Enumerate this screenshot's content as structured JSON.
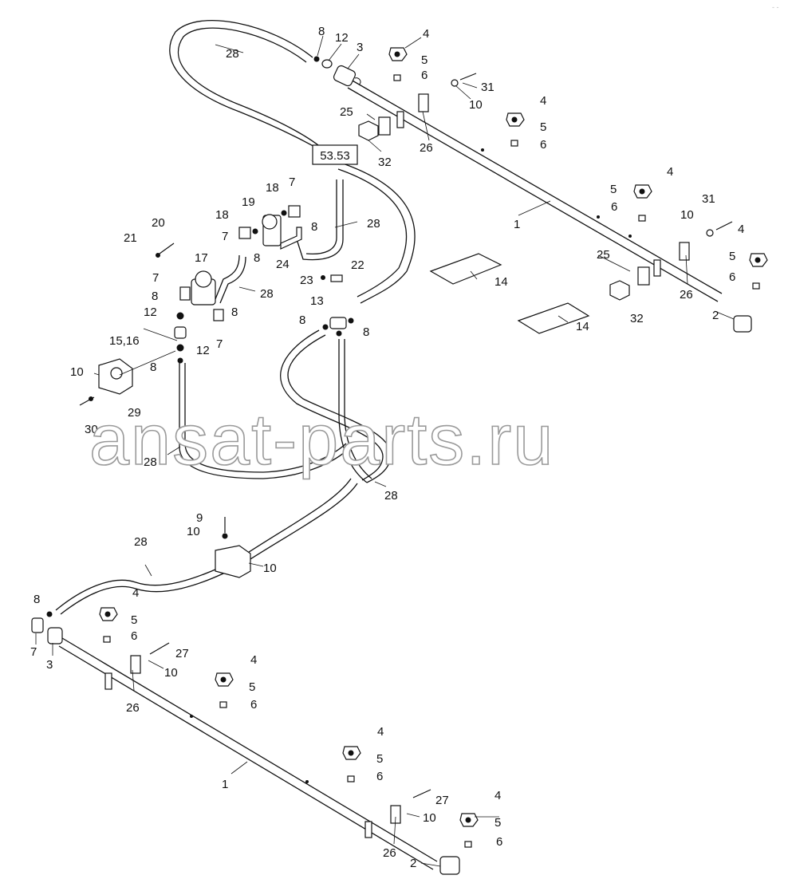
{
  "diagram": {
    "reference_tag": "53.53",
    "watermark": "ansat-parts.ru",
    "corner_mark": "- -",
    "callouts": [
      {
        "id": "c28a",
        "text": "28"
      },
      {
        "id": "c8a",
        "text": "8"
      },
      {
        "id": "c12a",
        "text": "12"
      },
      {
        "id": "c3a",
        "text": "3"
      },
      {
        "id": "c4a",
        "text": "4"
      },
      {
        "id": "c5a",
        "text": "5"
      },
      {
        "id": "c6a",
        "text": "6"
      },
      {
        "id": "c31a",
        "text": "31"
      },
      {
        "id": "c10a",
        "text": "10"
      },
      {
        "id": "c25a",
        "text": "25"
      },
      {
        "id": "c32a",
        "text": "32"
      },
      {
        "id": "c26a",
        "text": "26"
      },
      {
        "id": "c4b",
        "text": "4"
      },
      {
        "id": "c5b",
        "text": "5"
      },
      {
        "id": "c6b",
        "text": "6"
      },
      {
        "id": "c7a",
        "text": "7"
      },
      {
        "id": "c18a",
        "text": "18"
      },
      {
        "id": "c19",
        "text": "19"
      },
      {
        "id": "c18b",
        "text": "18"
      },
      {
        "id": "c8b",
        "text": "8"
      },
      {
        "id": "c28b",
        "text": "28"
      },
      {
        "id": "c7b",
        "text": "7"
      },
      {
        "id": "c8c",
        "text": "8"
      },
      {
        "id": "c24",
        "text": "24"
      },
      {
        "id": "c22",
        "text": "22"
      },
      {
        "id": "c23",
        "text": "23"
      },
      {
        "id": "c20",
        "text": "20"
      },
      {
        "id": "c21",
        "text": "21"
      },
      {
        "id": "c17",
        "text": "17"
      },
      {
        "id": "c7c",
        "text": "7"
      },
      {
        "id": "c8d",
        "text": "8"
      },
      {
        "id": "c12b",
        "text": "12"
      },
      {
        "id": "c8e",
        "text": "8"
      },
      {
        "id": "c28c",
        "text": "28"
      },
      {
        "id": "c7d",
        "text": "7"
      },
      {
        "id": "c1516",
        "text": "15,16"
      },
      {
        "id": "c12c",
        "text": "12"
      },
      {
        "id": "c8f",
        "text": "8"
      },
      {
        "id": "c10b",
        "text": "10"
      },
      {
        "id": "c29",
        "text": "29"
      },
      {
        "id": "c30",
        "text": "30"
      },
      {
        "id": "c13",
        "text": "13"
      },
      {
        "id": "c8g",
        "text": "8"
      },
      {
        "id": "c8h",
        "text": "8"
      },
      {
        "id": "c14a",
        "text": "14"
      },
      {
        "id": "c14b",
        "text": "14"
      },
      {
        "id": "c1a",
        "text": "1"
      },
      {
        "id": "c4c",
        "text": "4"
      },
      {
        "id": "c5c",
        "text": "5"
      },
      {
        "id": "c6c",
        "text": "6"
      },
      {
        "id": "c31b",
        "text": "31"
      },
      {
        "id": "c10c",
        "text": "10"
      },
      {
        "id": "c4d",
        "text": "4"
      },
      {
        "id": "c5d",
        "text": "5"
      },
      {
        "id": "c6d",
        "text": "6"
      },
      {
        "id": "c25b",
        "text": "25"
      },
      {
        "id": "c26b",
        "text": "26"
      },
      {
        "id": "c32b",
        "text": "32"
      },
      {
        "id": "c2a",
        "text": "2"
      },
      {
        "id": "c28d",
        "text": "28"
      },
      {
        "id": "c28e",
        "text": "28"
      },
      {
        "id": "c9",
        "text": "9"
      },
      {
        "id": "c10d",
        "text": "10"
      },
      {
        "id": "c28f",
        "text": "28"
      },
      {
        "id": "c10e",
        "text": "10"
      },
      {
        "id": "c8i",
        "text": "8"
      },
      {
        "id": "c4e",
        "text": "4"
      },
      {
        "id": "c5e",
        "text": "5"
      },
      {
        "id": "c6e",
        "text": "6"
      },
      {
        "id": "c7e",
        "text": "7"
      },
      {
        "id": "c3b",
        "text": "3"
      },
      {
        "id": "c27a",
        "text": "27"
      },
      {
        "id": "c10f",
        "text": "10"
      },
      {
        "id": "c26c",
        "text": "26"
      },
      {
        "id": "c4f",
        "text": "4"
      },
      {
        "id": "c5f",
        "text": "5"
      },
      {
        "id": "c6f",
        "text": "6"
      },
      {
        "id": "c1b",
        "text": "1"
      },
      {
        "id": "c4g",
        "text": "4"
      },
      {
        "id": "c5g",
        "text": "5"
      },
      {
        "id": "c6g",
        "text": "6"
      },
      {
        "id": "c27b",
        "text": "27"
      },
      {
        "id": "c10g",
        "text": "10"
      },
      {
        "id": "c4h",
        "text": "4"
      },
      {
        "id": "c5h",
        "text": "5"
      },
      {
        "id": "c6h",
        "text": "6"
      },
      {
        "id": "c26d",
        "text": "26"
      },
      {
        "id": "c2b",
        "text": "2"
      }
    ]
  }
}
